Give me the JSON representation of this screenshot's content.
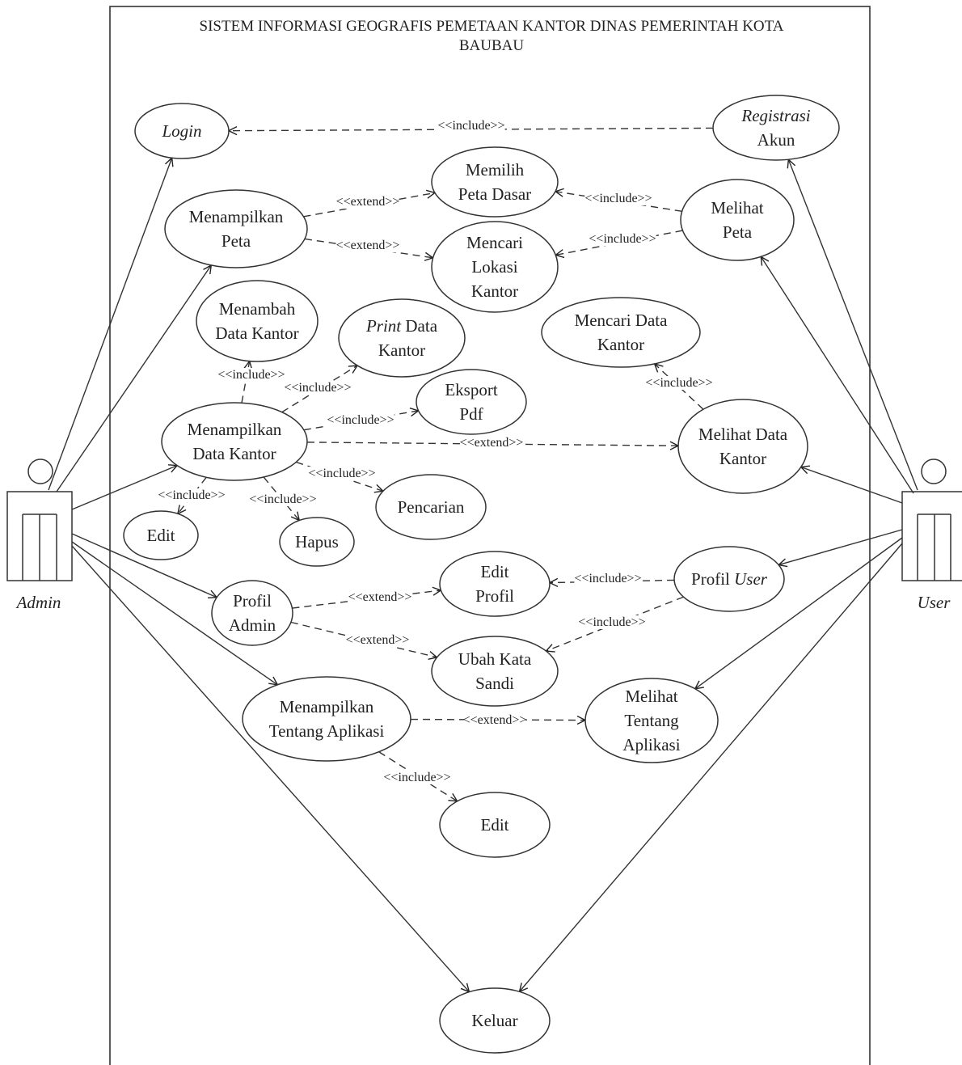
{
  "title": {
    "line1": "SISTEM INFORMASI GEOGRAFIS PEMETAAN KANTOR DINAS PEMERINTAH KOTA",
    "line2": "BAUBAU"
  },
  "actors": {
    "admin": "Admin",
    "user": "User"
  },
  "use_cases": {
    "login": [
      "Login"
    ],
    "registrasi_akun": [
      "Registrasi",
      "Akun"
    ],
    "memilih_peta_dasar": [
      "Memilih",
      "Peta Dasar"
    ],
    "menampilkan_peta": [
      "Menampilkan",
      "Peta"
    ],
    "melihat_peta": [
      "Melihat",
      "Peta"
    ],
    "mencari_lokasi_kantor": [
      "Mencari",
      "Lokasi",
      "Kantor"
    ],
    "menambah_data_kantor": [
      "Menambah",
      "Data Kantor"
    ],
    "print_data_kantor": [
      "Print Data",
      "Kantor"
    ],
    "mencari_data_kantor": [
      "Mencari Data",
      "Kantor"
    ],
    "eksport_pdf": [
      "Eksport",
      "Pdf"
    ],
    "menampilkan_data_kantor": [
      "Menampilkan",
      "Data Kantor"
    ],
    "melihat_data_kantor": [
      "Melihat Data",
      "Kantor"
    ],
    "pencarian": [
      "Pencarian"
    ],
    "edit_data": [
      "Edit"
    ],
    "hapus": [
      "Hapus"
    ],
    "edit_profil": [
      "Edit",
      "Profil"
    ],
    "profil_user": [
      "Profil User"
    ],
    "profil_admin": [
      "Profil",
      "Admin"
    ],
    "ubah_kata_sandi": [
      "Ubah Kata",
      "Sandi"
    ],
    "menampilkan_tentang_aplikasi": [
      "Menampilkan",
      "Tentang Aplikasi"
    ],
    "melihat_tentang_aplikasi": [
      "Melihat",
      "Tentang",
      "Aplikasi"
    ],
    "edit_tentang": [
      "Edit"
    ],
    "keluar": [
      "Keluar"
    ]
  },
  "relation_labels": {
    "include": "<<include>>",
    "extend": "<<extend>>"
  }
}
